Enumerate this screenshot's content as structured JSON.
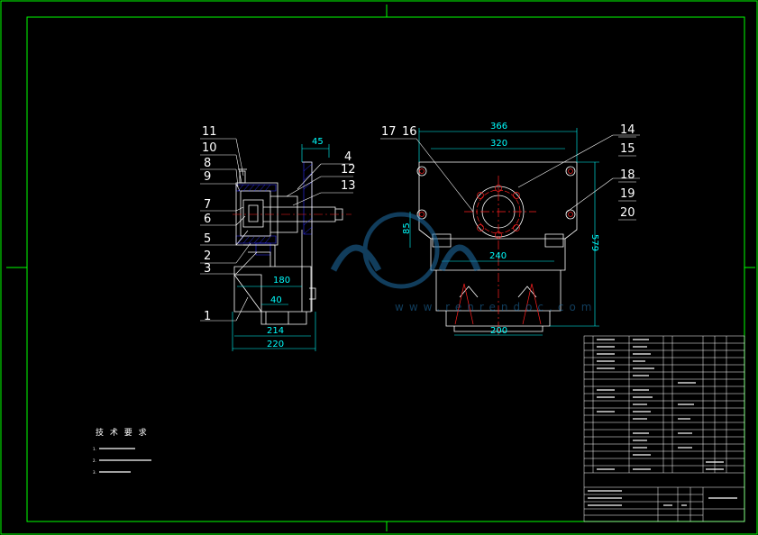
{
  "drawing": {
    "balloons": [
      "1",
      "2",
      "3",
      "4",
      "5",
      "6",
      "7",
      "8",
      "9",
      "10",
      "11",
      "12",
      "13",
      "14",
      "15",
      "16",
      "17",
      "18",
      "19",
      "20"
    ],
    "dimensions": {
      "side_45": "45",
      "side_180": "180",
      "side_40": "40",
      "side_214": "214",
      "side_220": "220",
      "front_366": "366",
      "front_320": "320",
      "front_85": "85",
      "front_240": "240",
      "front_200": "200",
      "front_579": "579"
    },
    "watermark": "www.renrendoc.com"
  },
  "tech_requirements": {
    "title": "技 术 要 求",
    "items": [
      "1.",
      "2.",
      "3."
    ]
  },
  "colors": {
    "background": "#000000",
    "border": "#00ff00",
    "outline": "#ffffff",
    "dimension": "#00ffff",
    "centerline": "#ff0000",
    "hatch": "#0000ff",
    "balloon": "#ffffff",
    "title_block": "#ffffff"
  }
}
